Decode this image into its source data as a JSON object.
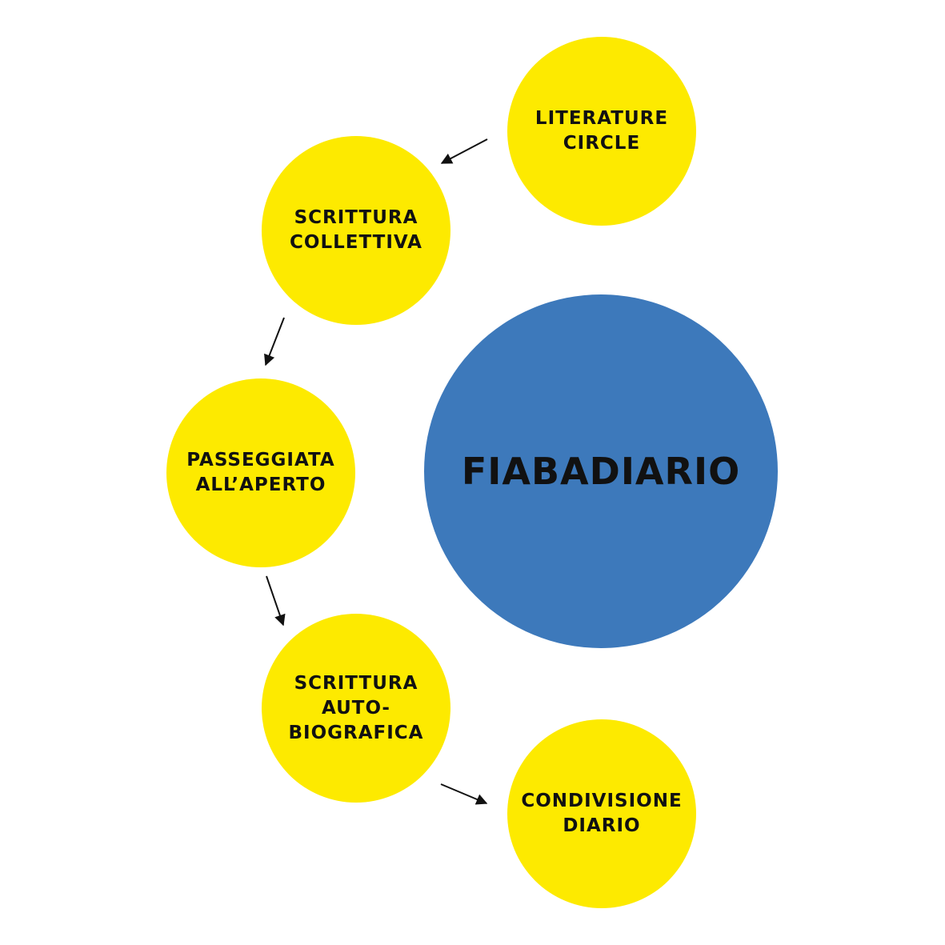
{
  "center": {
    "label": "FIABADIARIO",
    "color": "#3d79bb"
  },
  "steps": [
    {
      "label": "LITERATURE\nCIRCLE"
    },
    {
      "label": "SCRITTURA\nCOLLETTIVA"
    },
    {
      "label": "PASSEGGIATA\nALL’APERTO"
    },
    {
      "label": "SCRITTURA\nAUTO-\nBIOGRAFICA"
    },
    {
      "label": "CONDIVISIONE\nDIARIO"
    }
  ],
  "colors": {
    "step_fill": "#fdea00",
    "text": "#111111",
    "arrow": "#111111"
  }
}
